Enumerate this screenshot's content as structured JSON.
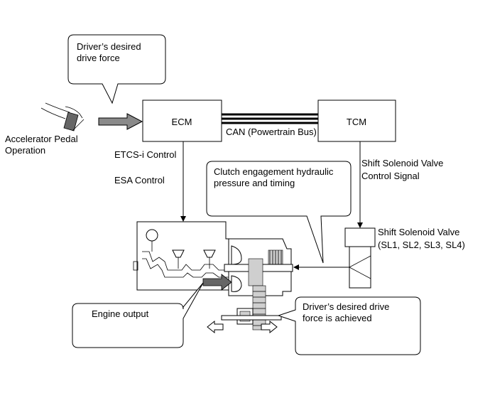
{
  "callouts": {
    "desired_drive_force": [
      "Driver’s desired",
      "drive force"
    ],
    "clutch_engagement": [
      "Clutch engagement hydraulic",
      "pressure and timing"
    ],
    "engine_output": "Engine output",
    "force_achieved": [
      "Driver’s desired drive",
      "force is achieved"
    ]
  },
  "blocks": {
    "ecm": "ECM",
    "tcm": "TCM"
  },
  "labels": {
    "accelerator": [
      "Accelerator Pedal",
      "Operation"
    ],
    "can_bus": "CAN (Powertrain Bus)",
    "etcs": "ETCS-i Control",
    "esa": "ESA Control",
    "shift_signal": [
      "Shift Solenoid Valve",
      "Control Signal"
    ],
    "shift_valve": [
      "Shift Solenoid Valve",
      "(SL1, SL2, SL3, SL4)"
    ]
  }
}
